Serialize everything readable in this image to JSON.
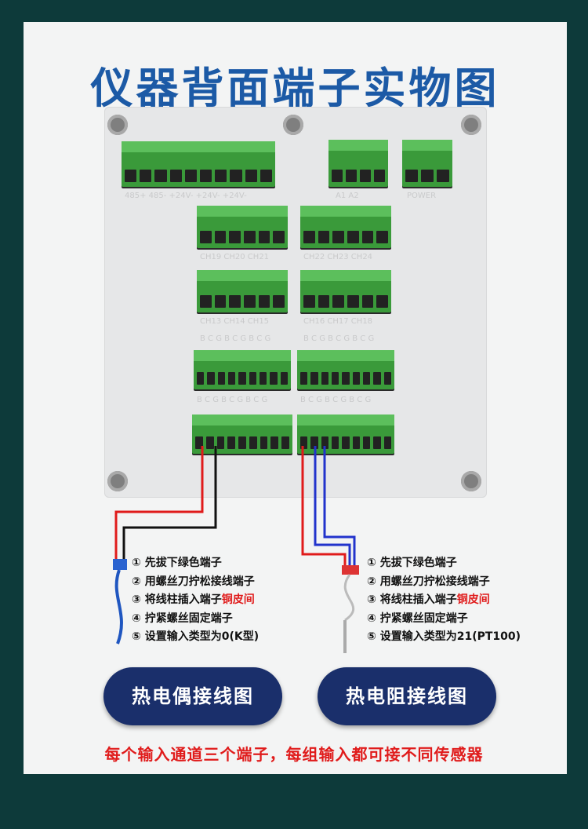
{
  "title": "仪器背面端子实物图",
  "device": {
    "labels": {
      "row1_left": "485+ 485- +24V- +24V- +24V-",
      "row1_mid": "A1    A2",
      "row1_right": "POWER",
      "row2_left": "CH19 CH20 CH21",
      "row2_right": "CH22 CH23 CH24",
      "row3_left": "CH13 CH14 CH15",
      "row3_right": "CH16 CH17 CH18",
      "row4_left": "B C G B C G B C G",
      "row4_right": "B C G B C G B C G",
      "row5_left": "B C G B C G B C G",
      "row5_right": "B C G B C G B C G"
    }
  },
  "left_steps": {
    "s1": "① 先拔下绿色端子",
    "s2": "② 用螺丝刀拧松接线端子",
    "s3a": "③ 将线柱插入端子",
    "s3b": "铜皮间",
    "s4": "④ 拧紧螺丝固定端子",
    "s5": "⑤ 设置输入类型为0(K型)"
  },
  "right_steps": {
    "s1": "① 先拔下绿色端子",
    "s2": "② 用螺丝刀拧松接线端子",
    "s3a": "③ 将线柱插入端子",
    "s3b": "铜皮间",
    "s4": "④ 拧紧螺丝固定端子",
    "s5": "⑤ 设置输入类型为21(PT100)"
  },
  "buttons": {
    "thermocouple": "热电偶接线图",
    "rtd": "热电阻接线图"
  },
  "footer": "每个输入通道三个端子，每组输入都可接不同传感器",
  "colors": {
    "title": "#1c5aa6",
    "terminal_green": "#3a9a3a",
    "pill": "#1a2f6b",
    "accent_red": "#e01b1b",
    "wire_blue": "#2233cc"
  }
}
